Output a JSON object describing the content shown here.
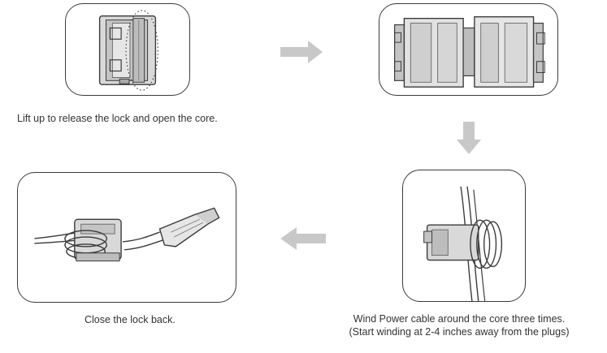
{
  "steps": [
    {
      "caption": "Lift up to release the lock and open the core."
    },
    {
      "caption": ""
    },
    {
      "caption_line1": "Wind Power cable around the core three times.",
      "caption_line2": "(Start winding at 2-4 inches away from the plugs)"
    },
    {
      "caption": "Close the lock back."
    }
  ],
  "colors": {
    "outline": "#3a3a3a",
    "arrow": "#c8c8c8",
    "core_fill": "#d9d9d9",
    "core_shadow": "#a9a9a9"
  },
  "icons": {
    "step_1": "ferrite-core-closed-icon",
    "step_2": "ferrite-core-open-icon",
    "step_3": "cable-wound-core-icon",
    "step_4": "core-on-power-cable-icon"
  }
}
